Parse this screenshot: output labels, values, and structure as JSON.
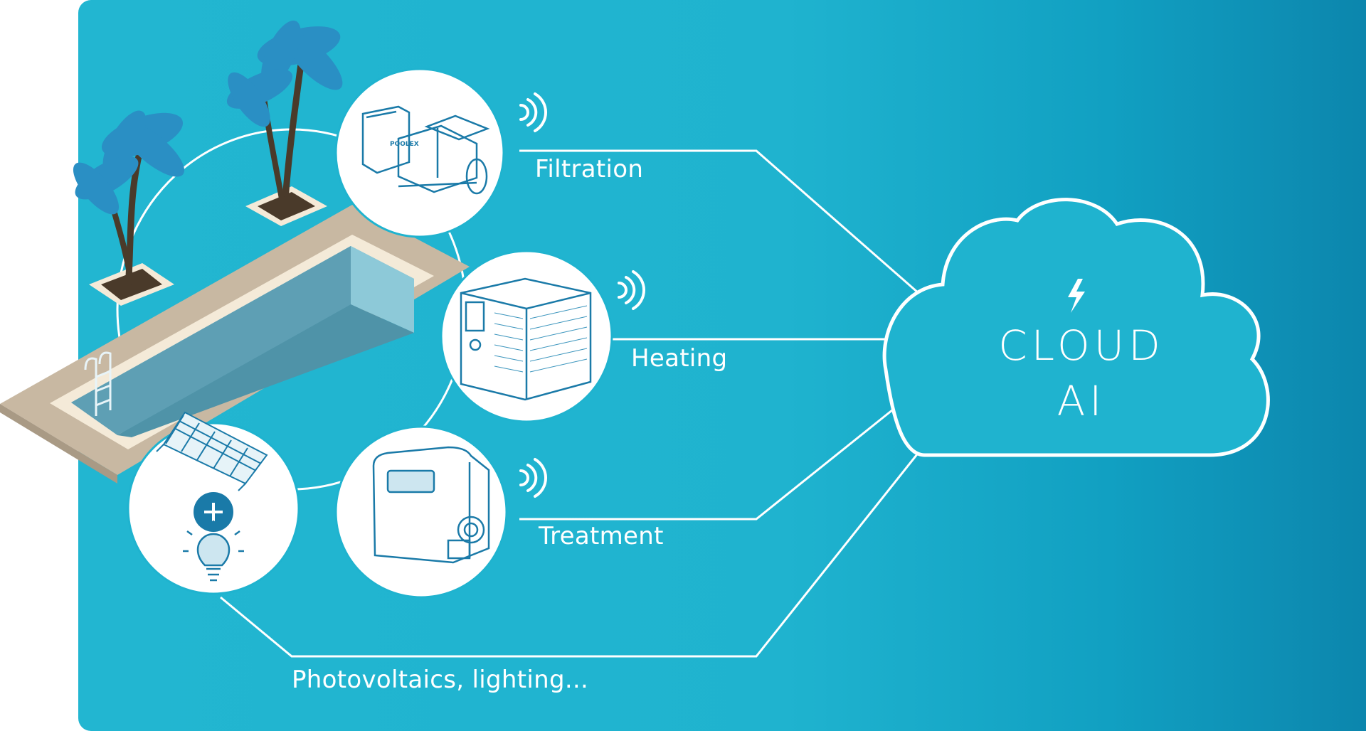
{
  "devices": [
    {
      "label": "Filtration",
      "device_icon": "pool-pump-icon",
      "signal_icon": "wifi-signal-icon"
    },
    {
      "label": "Heating",
      "device_icon": "heat-pump-icon",
      "signal_icon": "wifi-signal-icon"
    },
    {
      "label": "Treatment",
      "device_icon": "water-treatment-unit-icon",
      "signal_icon": "wifi-signal-icon"
    },
    {
      "label": "Photovoltaics, lighting...",
      "device_icon": "solar-panel-icon",
      "extra_icons": [
        "plus-icon",
        "light-bulb-icon"
      ]
    }
  ],
  "cloud": {
    "line1": "CLOUD",
    "line2": "AI",
    "icon": "lightning-bolt-icon"
  },
  "brand_on_devices": "POOLEX",
  "colors": {
    "background": "#1fb3cf",
    "background_edge": "#0c86ad",
    "lines": "#ffffff",
    "icon_ink": "#1a7aa8"
  }
}
